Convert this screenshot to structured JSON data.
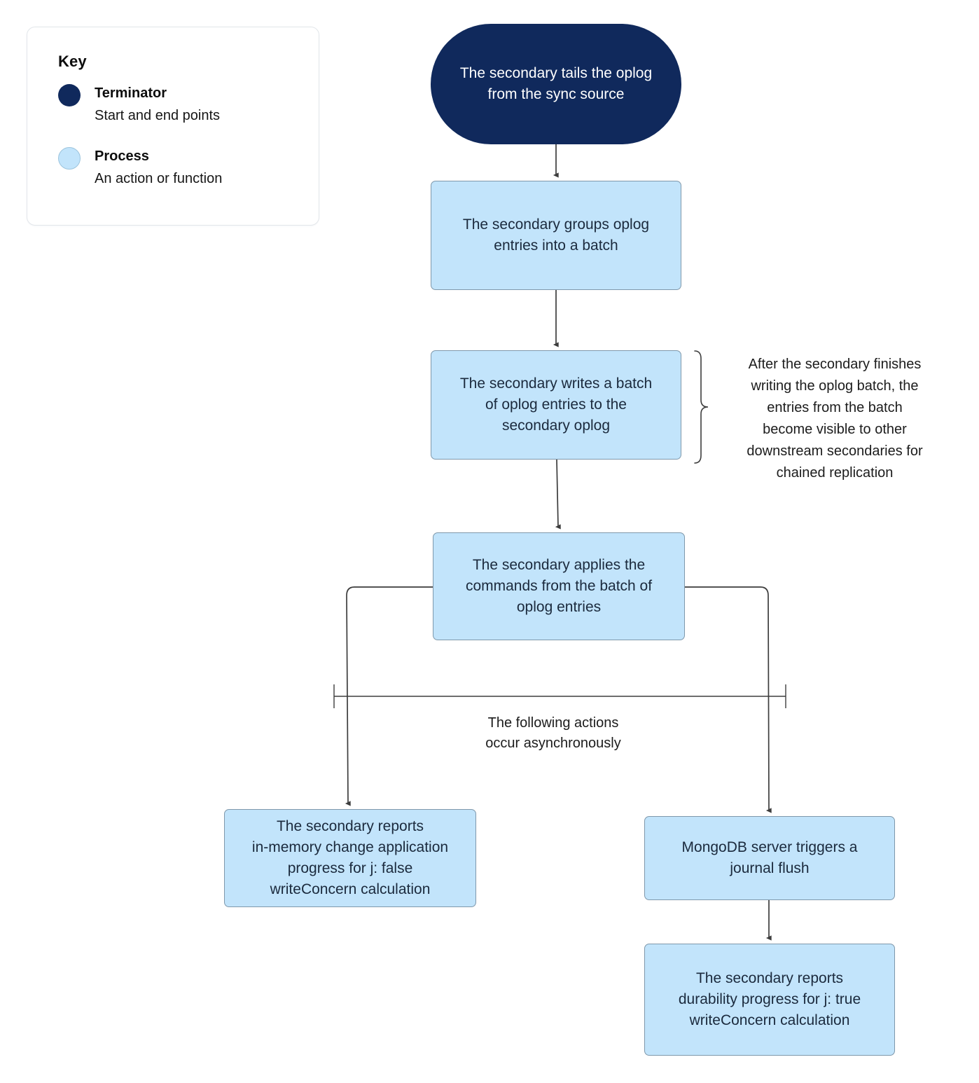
{
  "legend": {
    "title": "Key",
    "items": [
      {
        "name": "Terminator",
        "description": "Start and end points",
        "color": "#10295c",
        "shape": "circle"
      },
      {
        "name": "Process",
        "description": "An action or function",
        "color": "#c2e4fb",
        "shape": "circle"
      }
    ]
  },
  "diagram": {
    "nodes": [
      {
        "id": "tail",
        "type": "terminator",
        "label": "The secondary tails the oplog\nfrom the sync source"
      },
      {
        "id": "group",
        "type": "process",
        "label": "The secondary groups oplog\nentries into a batch"
      },
      {
        "id": "write",
        "type": "process",
        "label": "The secondary writes a batch\nof oplog entries to the\nsecondary oplog"
      },
      {
        "id": "apply",
        "type": "process",
        "label": "The secondary applies the\ncommands from the batch of\noplog entries"
      },
      {
        "id": "inmem",
        "type": "process",
        "label": "The secondary reports\nin-memory change application\nprogress for j: false\nwriteConcern calculation"
      },
      {
        "id": "journal",
        "type": "process",
        "label": "MongoDB server triggers a\njournal flush"
      },
      {
        "id": "durable",
        "type": "process",
        "label": "The secondary reports\ndurability progress for j: true\nwriteConcern calculation"
      }
    ],
    "annotations": {
      "chained_replication": "After the secondary finishes\nwriting the oplog batch, the\nentries from the batch\nbecome visible to other\ndownstream secondaries for\nchained replication",
      "async_note": "The following actions\noccur asynchronously"
    },
    "colors": {
      "terminator_fill": "#10295c",
      "terminator_text": "#ffffff",
      "process_fill": "#c2e4fb",
      "process_stroke": "#7f98ab",
      "process_text": "#1b2a3d",
      "edge_stroke": "#3d3d3d",
      "annotation_text": "#1c1c1c",
      "background": "#ffffff"
    }
  }
}
